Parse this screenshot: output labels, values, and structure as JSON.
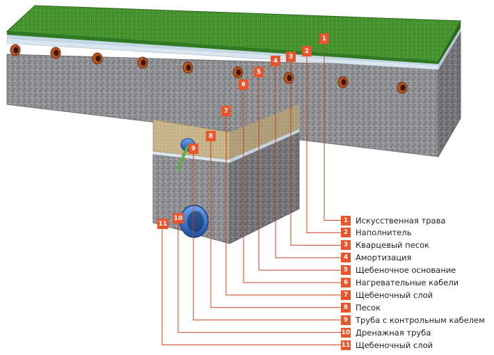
{
  "legend": {
    "items": [
      {
        "num": "1",
        "label": "Искусственная трава"
      },
      {
        "num": "2",
        "label": "Наполнитель"
      },
      {
        "num": "3",
        "label": "Кварцевый песок"
      },
      {
        "num": "4",
        "label": "Амортизация"
      },
      {
        "num": "5",
        "label": "Щебеночное основание"
      },
      {
        "num": "6",
        "label": "Нагревательные кабели"
      },
      {
        "num": "7",
        "label": "Щебеночный слой"
      },
      {
        "num": "8",
        "label": "Песок"
      },
      {
        "num": "9",
        "label": "Труба с контрольным кабелем"
      },
      {
        "num": "10",
        "label": "Дренажная труба"
      },
      {
        "num": "11",
        "label": "Щебеночный слой"
      }
    ]
  },
  "colors": {
    "badge": "#e8552a",
    "grass": "#3f8a2c",
    "gravel": "#8d8f93",
    "sand": "#c9b58a",
    "pipe_orange": "#b5541f",
    "drain_blue": "#2d6fc9",
    "leader_line": "#c5401d"
  }
}
